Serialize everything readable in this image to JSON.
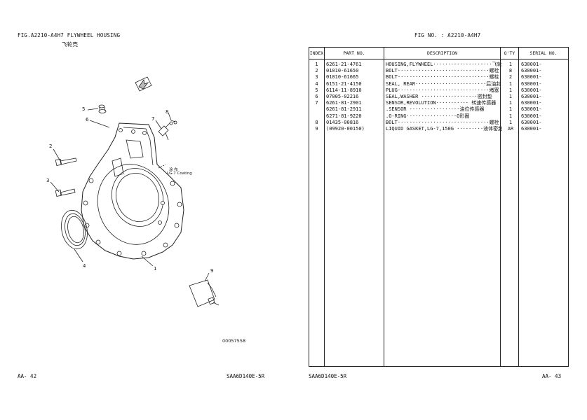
{
  "left_page": {
    "fig_title": "FIG.A2210-A4H7 FLYWHEEL HOUSING",
    "fig_title_cn": "飞轮壳",
    "drawing_number": "00057558",
    "page_label": "AA- 42",
    "model": "SAA6D140E-5R",
    "annotation_cn": "涂 布",
    "annotation_en": "LG-7 Coating",
    "callouts": [
      "1",
      "2",
      "3",
      "4",
      "5",
      "6",
      "7",
      "8",
      "9"
    ]
  },
  "right_page": {
    "fig_no": "FIG NO. : A2210-A4H7",
    "model": "SAA6D140E-5R",
    "page_label": "AA- 43",
    "headers": {
      "index": "INDEX",
      "part_no": "PART  NO.",
      "description": "DESCRIPTION",
      "qty": "Q'TY",
      "serial_no": "SERIAL NO."
    },
    "rows": [
      {
        "index": "1",
        "part_no": "6261-21-4761",
        "description": "HOUSING,FLYWHEEL····················飞轮壳",
        "qty": "1",
        "serial": "630001-"
      },
      {
        "index": "2",
        "part_no": "01010-61650",
        "description": "BOLT·······························螺栓",
        "qty": "8",
        "serial": "630001-"
      },
      {
        "index": "3",
        "part_no": "01010-61665",
        "description": "BOLT·······························螺栓",
        "qty": "2",
        "serial": "630001-"
      },
      {
        "index": "4",
        "part_no": "6151-21-4150",
        "description": "SEAL, REAR························后油封",
        "qty": "1",
        "serial": "630001-"
      },
      {
        "index": "5",
        "part_no": "6114-11-8910",
        "description": "PLUG·······························堵塞",
        "qty": "1",
        "serial": "630001-"
      },
      {
        "index": "6",
        "part_no": "07005-02216",
        "description": "SEAL,WASHER ···················密封垫",
        "qty": "1",
        "serial": "630001-"
      },
      {
        "index": "7",
        "part_no": "6261-81-2901",
        "description": "SENSOR,REVOLUTION··········· 转速传感器",
        "qty": "1",
        "serial": "630001-"
      },
      {
        "index": "",
        "part_no": "6261-81-2911",
        "description": " .SENSOR ·················油位传感器",
        "qty": "1",
        "serial": "630001-"
      },
      {
        "index": "",
        "part_no": "6271-81-9220",
        "description": " .O-RING·················O形圈",
        "qty": "1",
        "serial": "630001-"
      },
      {
        "index": "8",
        "part_no": "01435-00816",
        "description": "BOLT·······························螺栓",
        "qty": "1",
        "serial": "630001-"
      },
      {
        "index": "9",
        "part_no": "(09920-00150)",
        "description": "LIQUID GASKET,LG-7,150G ·········液体密封胶",
        "qty": "AR",
        "serial": "630001-"
      }
    ]
  }
}
